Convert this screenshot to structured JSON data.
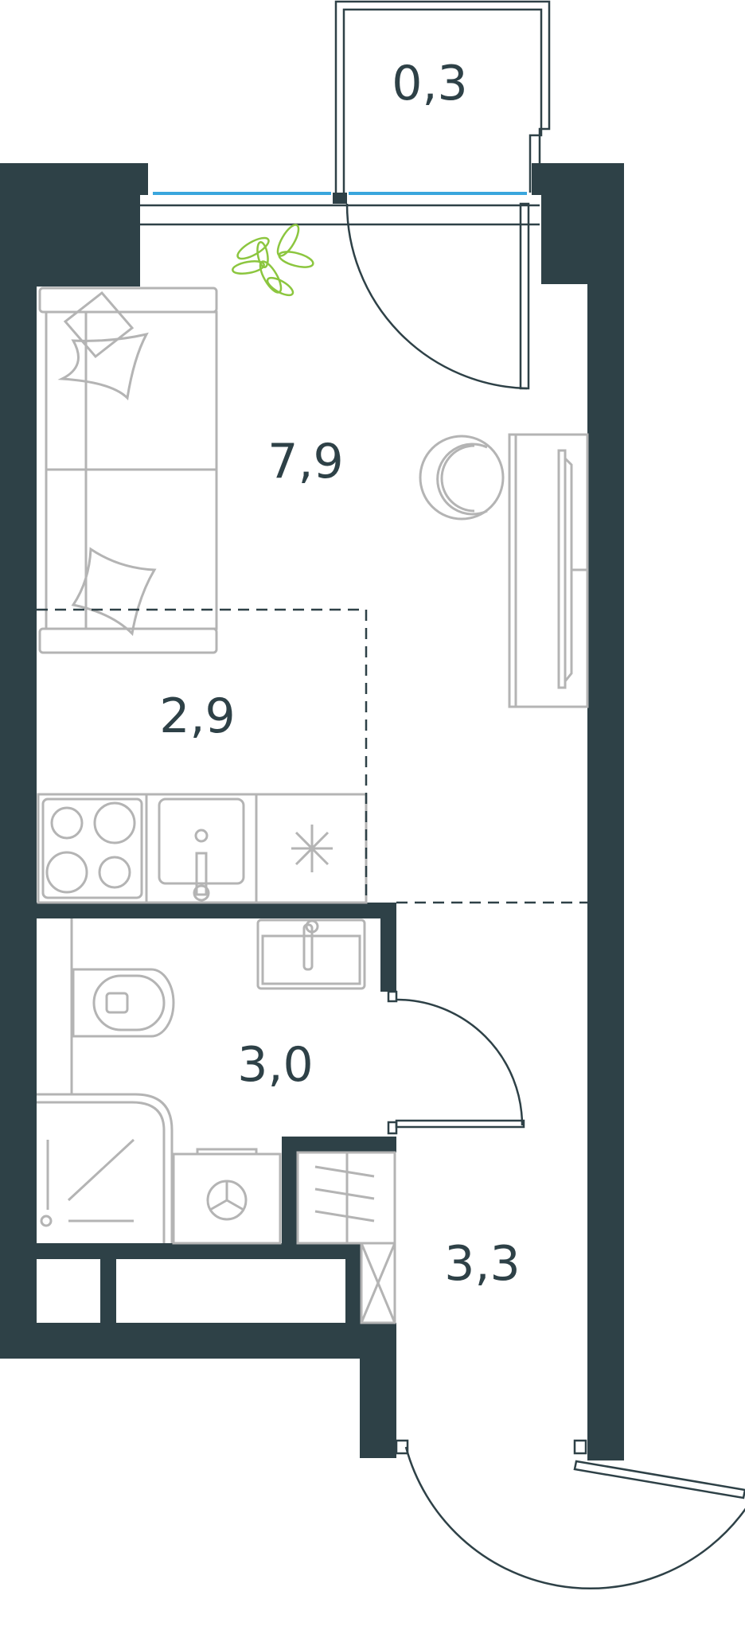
{
  "rooms": [
    {
      "id": "balcony",
      "area": "0,3"
    },
    {
      "id": "living",
      "area": "7,9"
    },
    {
      "id": "kitchen",
      "area": "2,9"
    },
    {
      "id": "bathroom",
      "area": "3,0"
    },
    {
      "id": "hallway",
      "area": "3,3"
    }
  ],
  "colors": {
    "wall": "#2e4147",
    "furniture": "#b4b4b4",
    "window_glass": "#3aa6dd",
    "plant": "#8cc63f",
    "background": "#ffffff"
  }
}
